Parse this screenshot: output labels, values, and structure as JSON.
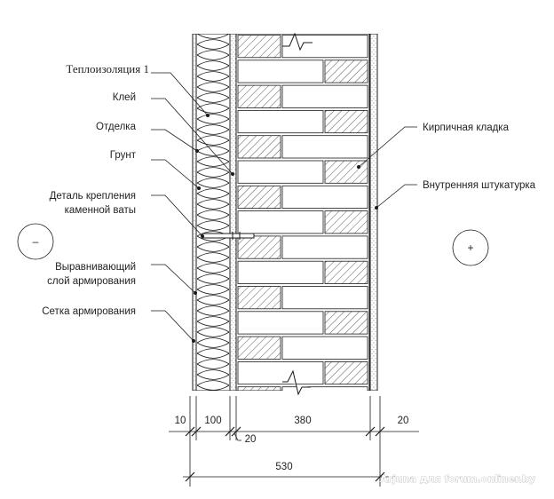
{
  "labels": {
    "insulation": "Теплоизоляция 1",
    "glue": "Клей",
    "finish": "Отделка",
    "primer": "Грунт",
    "anchor_line1": "Деталь крепления",
    "anchor_line2": "каменной ваты",
    "leveling_line1": "Выравнивающий",
    "leveling_line2": "слой армирования",
    "mesh": "Сетка армирования",
    "brick": "Кирпичная кладка",
    "plaster": "Внутренняя штукатурка"
  },
  "sides": {
    "outside": "–",
    "inside": "+"
  },
  "dimensions": {
    "finish_mm": "10",
    "insulation_mm": "100",
    "glue_mm": "20",
    "brick_mm": "380",
    "plaster_mm": "20",
    "total_mm": "530"
  },
  "watermark": "Arjuna для forum.onliner.by",
  "colors": {
    "line": "#1a1a1a",
    "hatch": "#333333",
    "background": "#ffffff"
  }
}
